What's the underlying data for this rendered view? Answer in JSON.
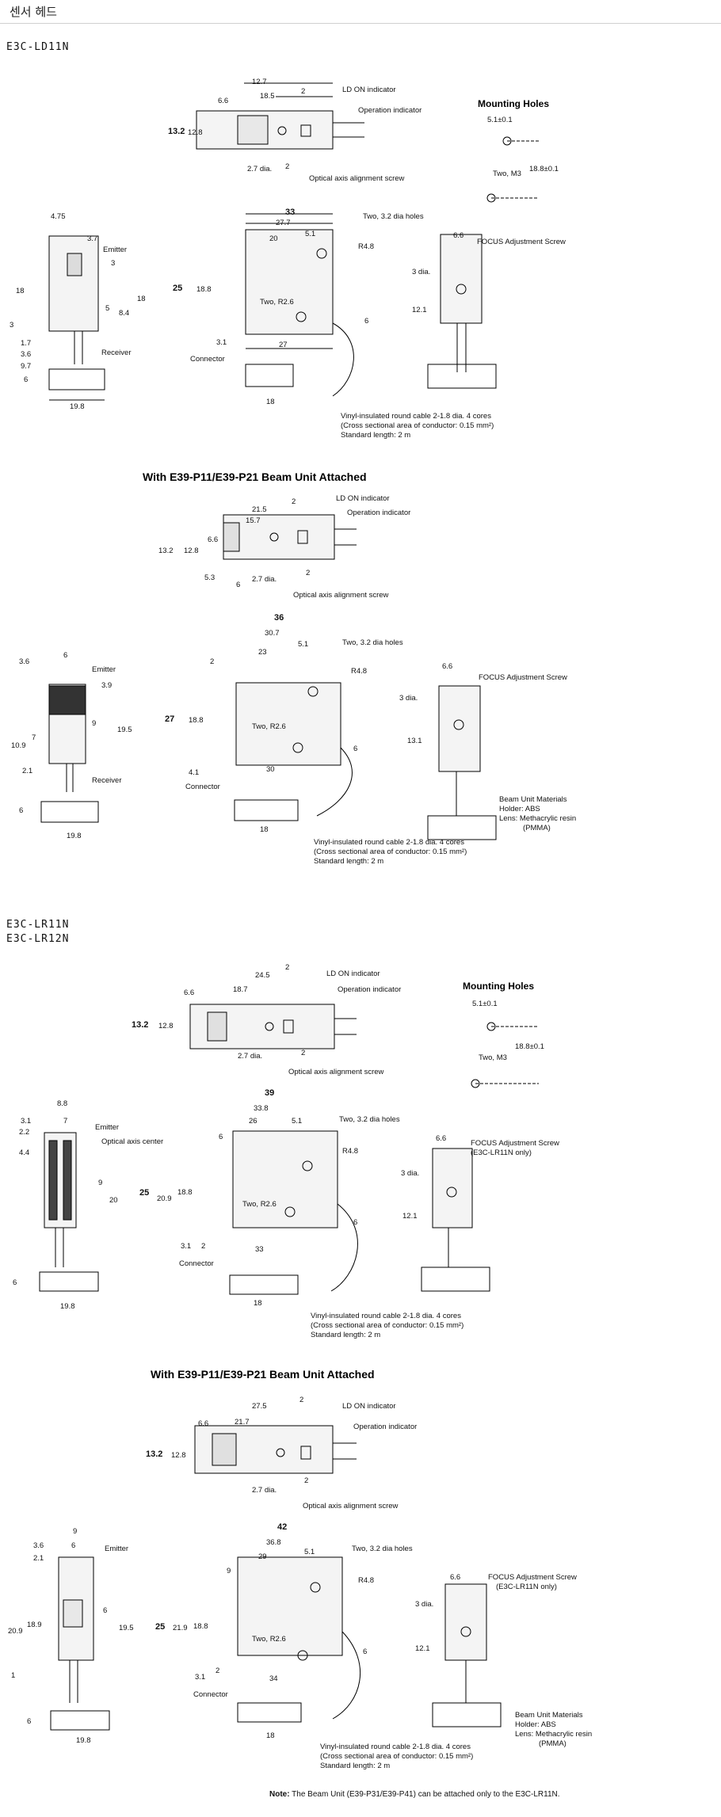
{
  "page_title": "센서 헤드",
  "models": [
    "E3C-LD11N",
    "E3C-LR11N",
    "E3C-LR12N"
  ],
  "sub_headings": [
    "With E39-P11/E39-P21 Beam Unit Attached"
  ],
  "mounting_holes": {
    "title": "Mounting Holes",
    "d1": "5.1±0.1",
    "d2": "18.8±0.1",
    "label": "Two, M3"
  },
  "labels": {
    "ld_on": "LD ON indicator",
    "operation": "Operation indicator",
    "optical_screw": "Optical axis alignment screw",
    "optical_center": "Optical axis center",
    "two_holes": "Two, 3.2 dia holes",
    "emitter": "Emitter",
    "receiver": "Receiver",
    "connector": "Connector",
    "focus": "FOCUS Adjustment Screw",
    "focus_note": "(E3C-LR11N only)",
    "three_dia": "3 dia.",
    "r48": "R4.8",
    "r26": "Two, R2.6",
    "dia27": "2.7 dia."
  },
  "cable_lines": [
    "Vinyl-insulated round cable 2-1.8 dia. 4 cores",
    "(Cross sectional area of conductor: 0.15 mm²)",
    "Standard length: 2 m"
  ],
  "beam_materials": [
    "Beam Unit Materials",
    "Holder: ABS",
    "Lens: Methacrylic resin",
    "(PMMA)"
  ],
  "note": {
    "prefix": "Note:",
    "text": "The Beam Unit (E39-P31/E39-P41) can be attached only to the E3C-LR11N."
  },
  "dims": {
    "s1": {
      "a": "12.7",
      "b": "18.5",
      "c": "6.6",
      "d": "2",
      "e": "13.2",
      "f": "12.8",
      "g": "2",
      "w": "33",
      "w2": "27.7",
      "w3": "20",
      "w4": "5.1",
      "h": "25",
      "h2": "18.8",
      "l1": "3.1",
      "l2": "27",
      "r": "6",
      "s1": "4.75",
      "s2": "3.7",
      "s3": "3",
      "s4": "18",
      "s5": "18",
      "s6": "5",
      "s7": "8.4",
      "s8": "3",
      "s9": "1.7",
      "s10": "3.6",
      "s11": "9.7",
      "s12": "6",
      "s13": "19.8",
      "f1": "6.6",
      "f2": "12.1"
    },
    "s2": {
      "a": "21.5",
      "b": "15.7",
      "c": "6.6",
      "d": "2",
      "e": "13.2",
      "f": "12.8",
      "g": "2",
      "h1": "5.3",
      "h2": "6",
      "w": "36",
      "w2": "30.7",
      "w3": "23",
      "w4": "5.1",
      "x2": "2",
      "h": "27",
      "hh": "18.8",
      "l1": "4.1",
      "l2": "30",
      "r": "6",
      "s1": "3.6",
      "s2": "6",
      "s3": "3.9",
      "s4": "9",
      "s5": "19.5",
      "s6": "10.9",
      "s7": "7",
      "s8": "2.1",
      "s12": "6",
      "s13": "19.8",
      "f1": "6.6",
      "f2": "13.1"
    },
    "s3": {
      "a": "24.5",
      "b": "18.7",
      "c": "6.6",
      "d": "2",
      "e": "13.2",
      "f": "12.8",
      "g": "2",
      "w": "39",
      "w2": "33.8",
      "w3": "26",
      "w4": "5.1",
      "x1": "6",
      "h": "25",
      "h2": "20.9",
      "h3": "18.8",
      "l1": "3.1",
      "l0": "2",
      "l2": "33",
      "r": "6",
      "s1": "8.8",
      "s2": "3.1",
      "s3": "7",
      "s4": "2.2",
      "s5": "4.4",
      "s6": "9",
      "s7": "20",
      "s12": "6",
      "s13": "19.8",
      "f1": "6.6",
      "f2": "12.1"
    },
    "s4": {
      "a": "27.5",
      "b": "21.7",
      "c": "6.6",
      "d": "2",
      "e": "13.2",
      "f": "12.8",
      "g": "2",
      "w": "42",
      "w2": "36.8",
      "w3": "29",
      "w4": "5.1",
      "x1": "9",
      "h": "25",
      "h2": "21.9",
      "h3": "18.8",
      "l1": "3.1",
      "l0": "2",
      "l2": "34",
      "r": "6",
      "s1": "9",
      "s2": "3.6",
      "s3": "6",
      "s4": "2.1",
      "s5": "6",
      "s6": "20.9",
      "s7": "18.9",
      "s8": "19.5",
      "s9": "1",
      "s12": "6",
      "s13": "19.8",
      "f1": "6.6",
      "f2": "12.1"
    }
  }
}
